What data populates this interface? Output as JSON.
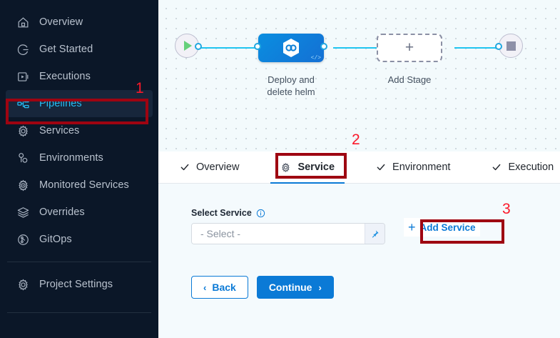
{
  "sidebar": {
    "items": [
      {
        "label": "Overview",
        "icon": "home-icon",
        "active": false
      },
      {
        "label": "Get Started",
        "icon": "rocket-start-icon",
        "active": false
      },
      {
        "label": "Executions",
        "icon": "play-box-icon",
        "active": false
      },
      {
        "label": "Pipelines",
        "icon": "pipeline-icon",
        "active": true
      },
      {
        "label": "Services",
        "icon": "gear-icon",
        "active": false
      },
      {
        "label": "Environments",
        "icon": "environments-icon",
        "active": false
      },
      {
        "label": "Monitored Services",
        "icon": "monitored-services-icon",
        "active": false
      },
      {
        "label": "Overrides",
        "icon": "layers-icon",
        "active": false
      },
      {
        "label": "GitOps",
        "icon": "gitops-icon",
        "active": false
      }
    ],
    "footer": {
      "label": "Project Settings",
      "icon": "gear-icon"
    }
  },
  "canvas": {
    "start_node": {
      "name": "pipeline-start",
      "icon": "play-icon"
    },
    "stage": {
      "caption_line1": "Deploy and",
      "caption_line2": "delete helm",
      "icon": "chained-hexagon-icon",
      "code_badge": "</>"
    },
    "add_stage": {
      "label": "Add Stage",
      "icon": "plus-icon"
    },
    "end_node": {
      "name": "pipeline-end",
      "icon": "stop-icon"
    }
  },
  "tabs": [
    {
      "label": "Overview",
      "icon": "check-icon",
      "active": false
    },
    {
      "label": "Service",
      "icon": "gear-icon",
      "active": true
    },
    {
      "label": "Environment",
      "icon": "check-icon",
      "active": false
    },
    {
      "label": "Execution",
      "icon": "check-icon",
      "active": false
    }
  ],
  "form": {
    "select_service_label": "Select Service",
    "select_service_info_icon": "info-icon",
    "select_value": "- Select -",
    "select_placeholder": "- Select -",
    "pin_icon": "pin-icon",
    "add_service_label": "Add Service",
    "add_service_plus": "+",
    "back_label": "Back",
    "back_chevron": "‹",
    "continue_label": "Continue",
    "continue_chevron": "›"
  },
  "annotations": [
    {
      "number": "1",
      "target": "sidebar-item-pipelines"
    },
    {
      "number": "2",
      "target": "tab-service"
    },
    {
      "number": "3",
      "target": "add-service-button"
    }
  ],
  "colors": {
    "sidebar_bg": "#0b1728",
    "sidebar_active_bg": "#17263b",
    "sidebar_active_text": "#27bdf4",
    "accent_blue": "#0b7ad6",
    "connector_cyan": "#21c5f0",
    "annotation_red": "#9e0411",
    "annotation_number_red": "#fb1829"
  }
}
